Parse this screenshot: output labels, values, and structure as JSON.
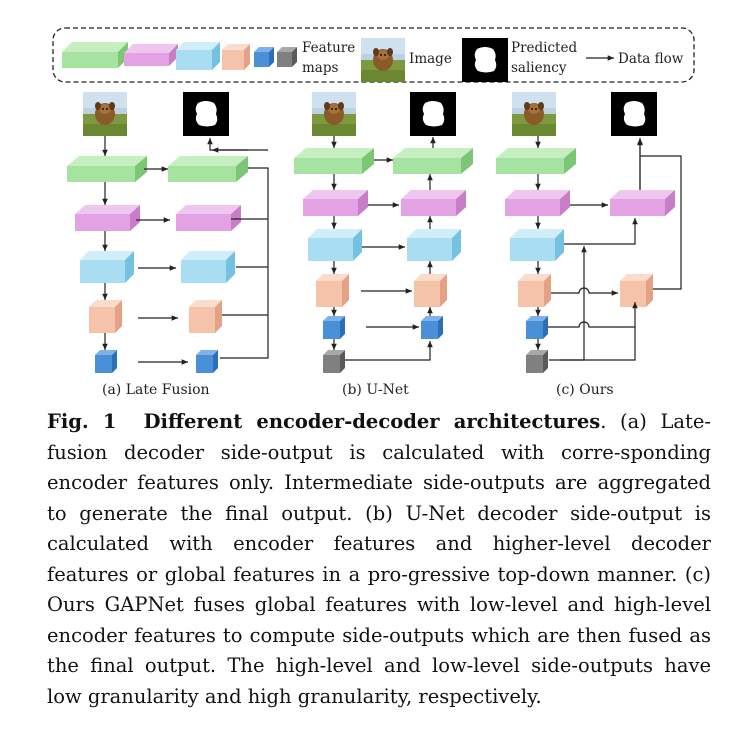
{
  "legend": {
    "feature_maps": [
      "Feature",
      "maps"
    ],
    "image": "Image",
    "predicted": [
      "Predicted",
      "saliency"
    ],
    "data_flow": "Data flow"
  },
  "panels": {
    "a": "(a) Late Fusion",
    "b": "(b) U-Net",
    "c": "(c) Ours"
  },
  "caption": {
    "fig_label": "Fig. 1",
    "title": "Different encoder-decoder architectures",
    "body": ". (a) Late-fusion decoder side-output is calculated with corre-­sponding encoder features only. Intermediate side-outputs are aggregated to generate the final output. (b) U-Net decoder side-output is calculated with encoder features and higher-level decoder features or global features in a pro-­gressive top-down manner. (c) Ours GAPNet fuses global features with low-level and high-level encoder features to compute side-outputs which are then fused as the final output. The high-level and low-level side-outputs have low granularity and high granularity, respectively."
  },
  "colors": {
    "green": "#a6e2a0",
    "pink": "#e3a2e3",
    "cyan": "#a9def2",
    "peach": "#f5c3aa",
    "blue": "#4a90d9",
    "gray": "#808080"
  }
}
